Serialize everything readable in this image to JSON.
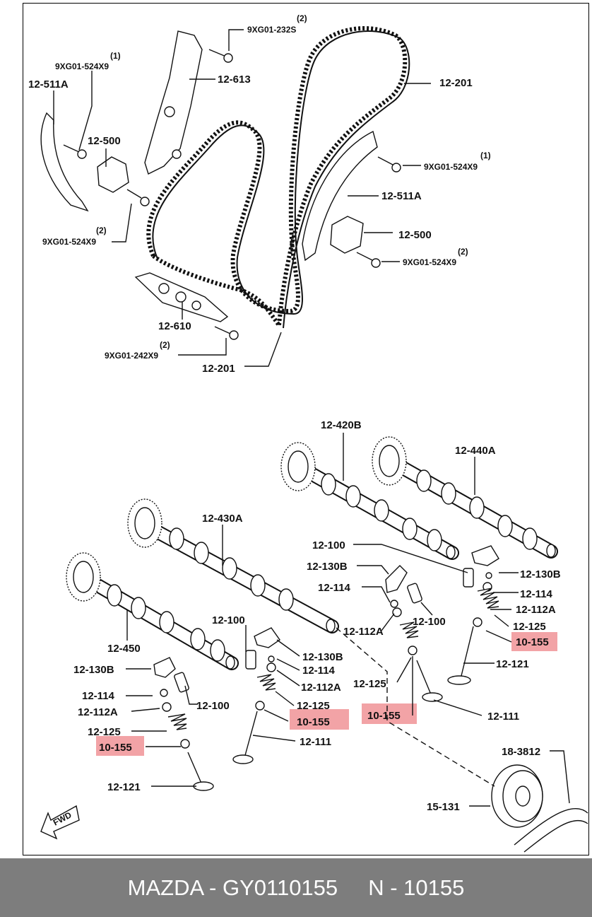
{
  "labels": {
    "l1": "12-511A",
    "l2": "12-500",
    "l3": "12-613",
    "l4": "12-201",
    "l5": "12-511A",
    "l6": "12-500",
    "l7": "12-610",
    "l8": "12-201",
    "l9": "12-420B",
    "l10": "12-440A",
    "l11": "12-430A",
    "l12": "12-450",
    "l13": "12-100",
    "l14": "12-130B",
    "l15": "12-114",
    "l16": "12-112A",
    "l17": "12-100",
    "l18": "12-130B",
    "l19": "12-114",
    "l20": "12-112A",
    "l21": "12-125",
    "l22": "10-155",
    "l23": "12-121",
    "l24": "12-100",
    "l25": "12-130B",
    "l26": "12-114",
    "l27": "12-112A",
    "l28": "12-125",
    "l29": "10-155",
    "l30": "12-111",
    "l31": "12-125",
    "l32": "10-155",
    "l33": "12-111",
    "l34": "12-130B",
    "l35": "12-114",
    "l36": "12-112A",
    "l37": "12-100",
    "l38": "12-125",
    "l39": "10-155",
    "l40": "12-121",
    "l41": "18-3812",
    "l42": "15-131"
  },
  "bolts": {
    "b1q": "(1)",
    "b1": "9XG01-524X9",
    "b2q": "(2)",
    "b2": "9XG01-232S",
    "b3q": "(1)",
    "b3": "9XG01-524X9",
    "b4q": "(2)",
    "b4": "9XG01-524X9",
    "b5q": "(2)",
    "b5": "9XG01-524X9",
    "b6q": "(2)",
    "b6": "9XG01-242X9"
  },
  "fwd": "FWD",
  "highlight_color": "#f2a3a6",
  "footer": {
    "text": "MAZDA - GY0110155     N - 10155",
    "background": "#7d7d7d"
  }
}
